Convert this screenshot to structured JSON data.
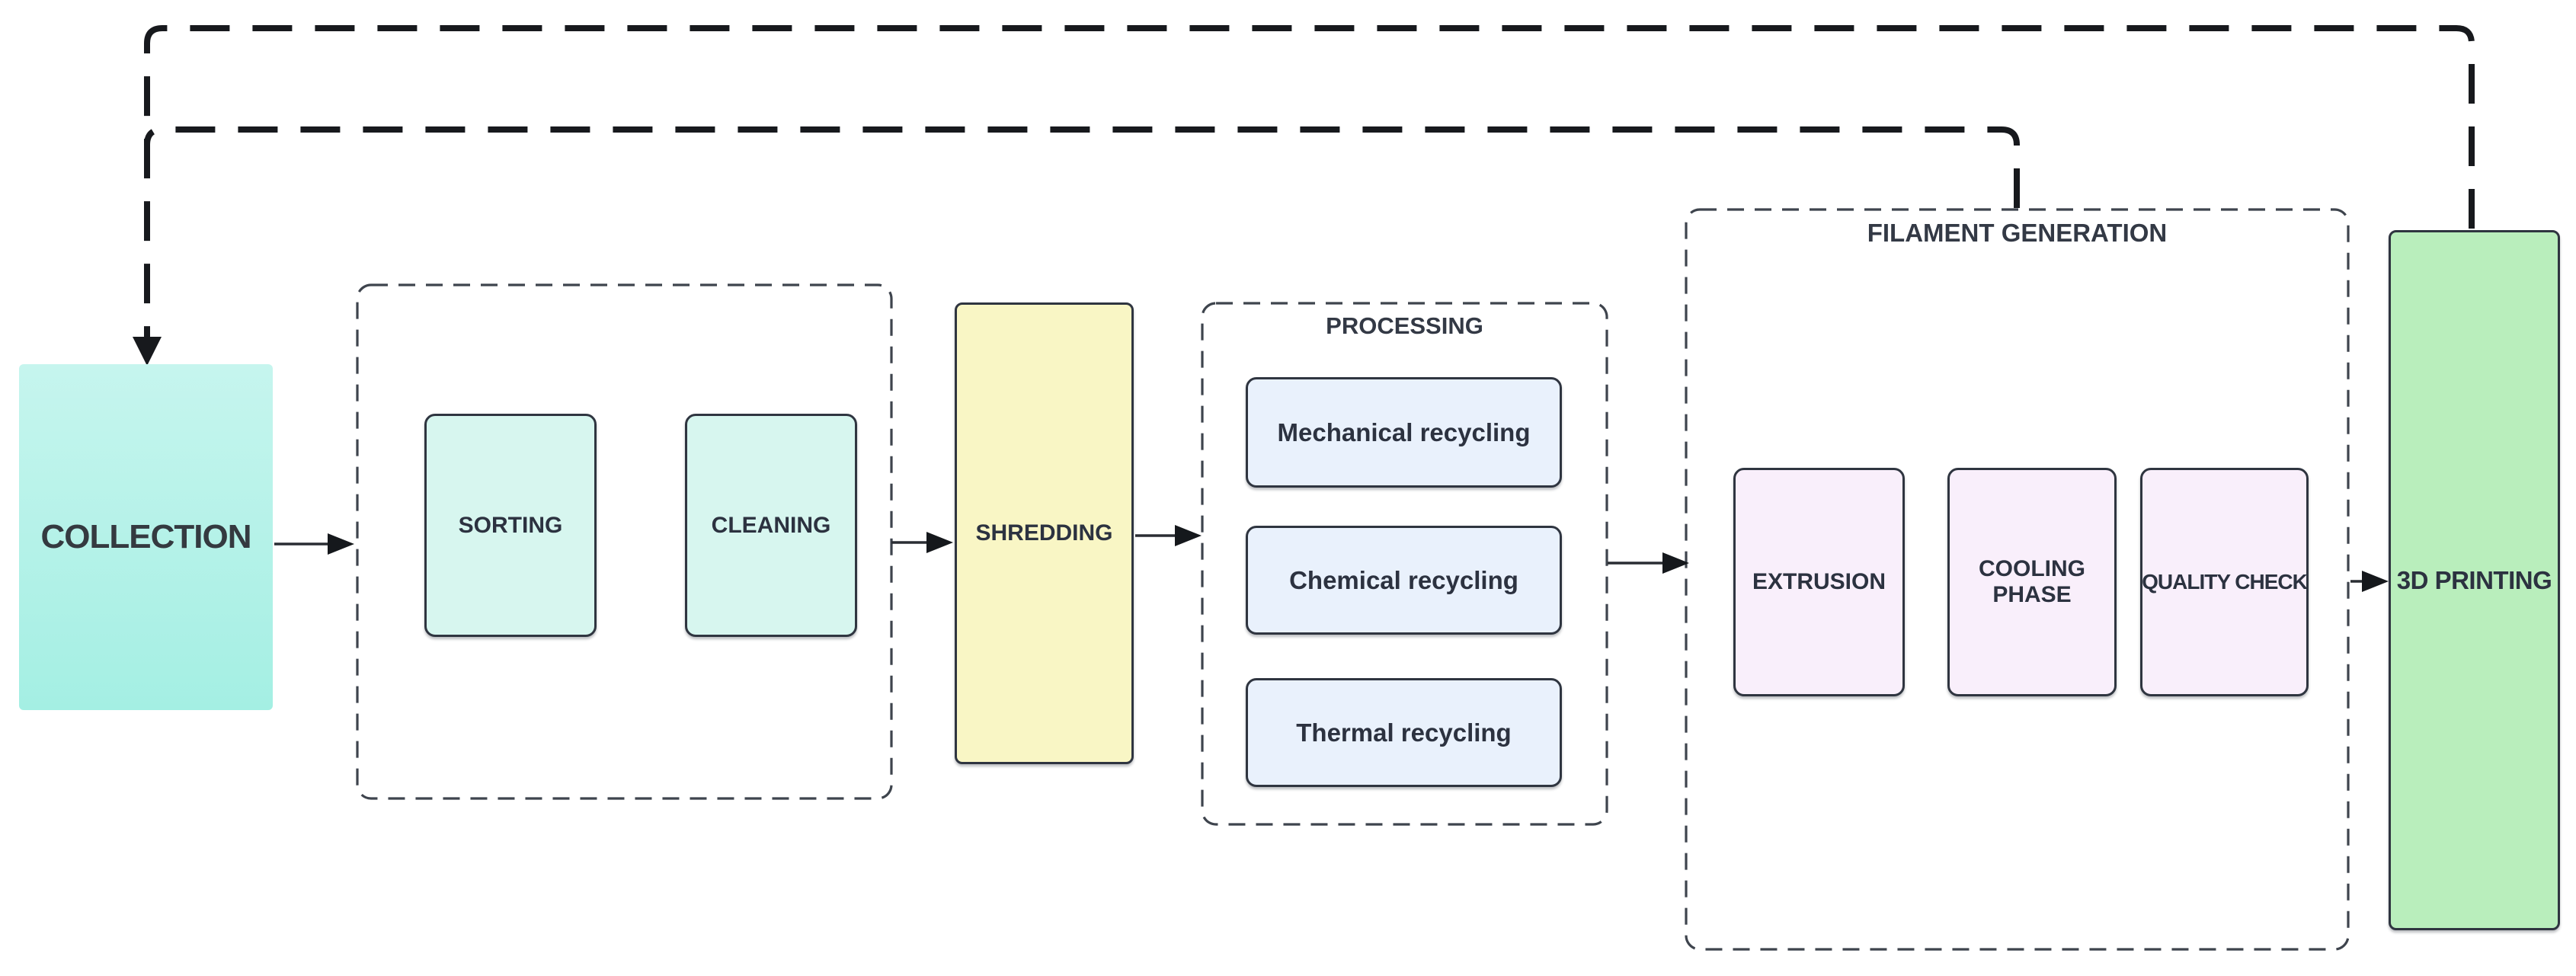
{
  "diagram": {
    "nodes": {
      "collection": {
        "label": "COLLECTION",
        "fill": "#a4efe3"
      },
      "sorting": {
        "label": "SORTING",
        "fill": "#d7f6ef"
      },
      "cleaning": {
        "label": "CLEANING",
        "fill": "#d7f6ef"
      },
      "shredding": {
        "label": "SHREDDING",
        "fill": "#f9f6c5"
      },
      "mechanical_recycling": {
        "label": "Mechanical recycling",
        "fill": "#e9f1fc"
      },
      "chemical_recycling": {
        "label": "Chemical recycling",
        "fill": "#e9f1fc"
      },
      "thermal_recycling": {
        "label": "Thermal recycling",
        "fill": "#e9f1fc"
      },
      "extrusion": {
        "label": "EXTRUSION",
        "fill": "#f9effb"
      },
      "cooling_phase": {
        "label": "COOLING PHASE",
        "fill": "#f9effb"
      },
      "quality_check": {
        "label": "QUALITY CHECK",
        "fill": "#f9effb"
      },
      "printing_3d": {
        "label": "3D PRINTING",
        "fill": "#b9eebc"
      }
    },
    "groups": {
      "sorting_cleaning": {
        "label": ""
      },
      "processing": {
        "label": "PROCESSING"
      },
      "filament_generation": {
        "label": "FILAMENT GENERATION"
      }
    },
    "edges": [
      {
        "from": "collection",
        "to": "sorting_cleaning",
        "style": "solid"
      },
      {
        "from": "sorting_cleaning",
        "to": "shredding",
        "style": "solid"
      },
      {
        "from": "shredding",
        "to": "processing",
        "style": "solid"
      },
      {
        "from": "processing",
        "to": "filament_generation",
        "style": "solid"
      },
      {
        "from": "filament_generation",
        "to": "printing_3d",
        "style": "solid"
      },
      {
        "from": "printing_3d",
        "to": "collection",
        "style": "dashed"
      },
      {
        "from": "filament_generation",
        "to": "collection",
        "style": "dashed"
      }
    ],
    "colors": {
      "feedback_edge": "#17191d",
      "solid_edge": "#2a2d33",
      "container_border": "#3e444d",
      "node_border": "#2f3540",
      "text": "#2c3240",
      "background": "#ffffff"
    }
  }
}
